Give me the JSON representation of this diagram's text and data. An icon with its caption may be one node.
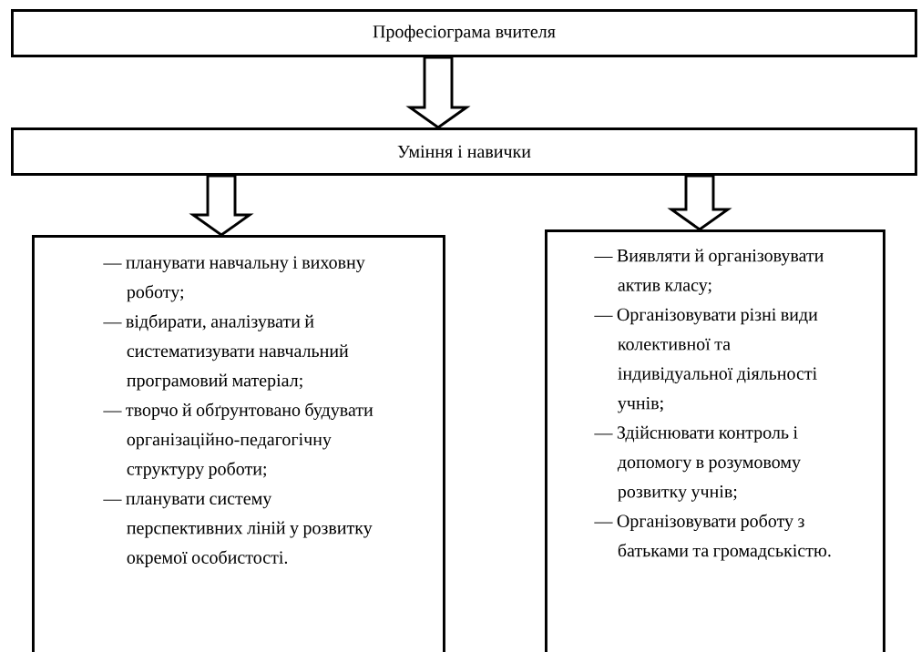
{
  "diagram": {
    "nodes": [
      {
        "text": [
          "Професіограма вчителя"
        ]
      },
      {
        "text": [
          "Уміння і навички"
        ]
      },
      {
        "text": [
          "— планувати навчальну і виховну роботу;",
          "— відбирати, аналізувати й систематизувати навчальний програмовий матеріал;",
          "— творчо й обґрунтовано будувати організаційно-педагогічну структуру роботи;",
          "— планувати систему перспективних ліній у розвитку окремої особистості."
        ]
      },
      {
        "text": [
          "— Виявляти й організовувати актив класу;",
          "— Організовувати різні види колективної та індивідуальної діяльності учнів;",
          "— Здійснювати контроль і допомогу в розумовому розвитку учнів;",
          "— Організовувати роботу з батьками та громадськістю."
        ]
      }
    ],
    "edges": [
      {
        "from": 0,
        "to": 1,
        "arrow": "to"
      },
      {
        "from": 1,
        "to": 2,
        "arrow": "to"
      },
      {
        "from": 1,
        "to": 3,
        "arrow": "to"
      }
    ]
  }
}
